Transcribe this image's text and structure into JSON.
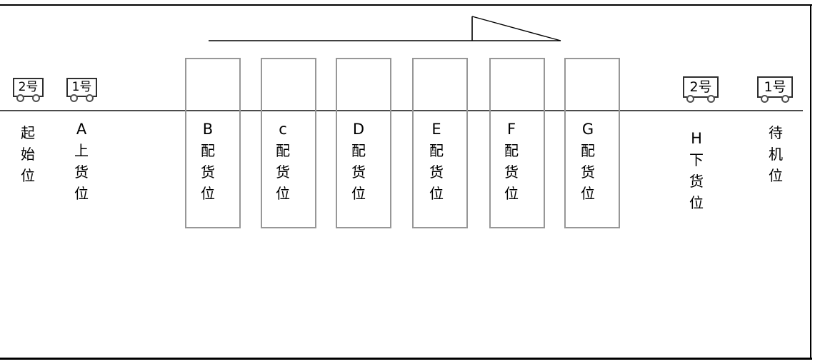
{
  "carts": [
    {
      "label": "2号"
    },
    {
      "label": "1号"
    },
    {
      "label": "2号"
    },
    {
      "label": "1号"
    }
  ],
  "stations": [
    {
      "name": "start-position",
      "lines": [
        "起",
        "始",
        "位"
      ]
    },
    {
      "name": "A-loading",
      "lines": [
        "A",
        "上",
        "货",
        "位"
      ]
    },
    {
      "name": "B-distribution",
      "lines": [
        "B",
        "配",
        "货",
        "位"
      ]
    },
    {
      "name": "C-distribution",
      "lines": [
        "c",
        "配",
        "货",
        "位"
      ]
    },
    {
      "name": "D-distribution",
      "lines": [
        "D",
        "配",
        "货",
        "位"
      ]
    },
    {
      "name": "E-distribution",
      "lines": [
        "E",
        "配",
        "货",
        "位"
      ]
    },
    {
      "name": "F-distribution",
      "lines": [
        "F",
        "配",
        "货",
        "位"
      ]
    },
    {
      "name": "G-distribution",
      "lines": [
        "G",
        "配",
        "货",
        "位"
      ]
    },
    {
      "name": "H-unloading",
      "lines": [
        "H",
        "下",
        "货",
        "位"
      ]
    },
    {
      "name": "standby-position",
      "lines": [
        "待",
        "机",
        "位"
      ]
    }
  ],
  "colors": {
    "frame": "#000000",
    "track_line": "#4b4b4b",
    "station_box_border": "#979797",
    "cart_border": "#2f2f2f"
  }
}
